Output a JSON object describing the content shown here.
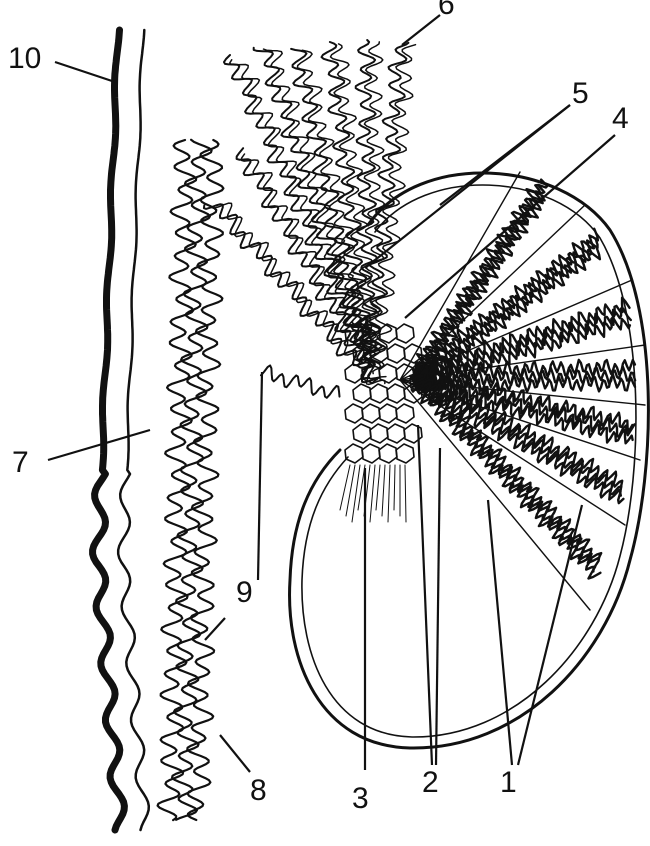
{
  "labels": {
    "n1": "1",
    "n2": "2",
    "n3": "3",
    "n4": "4",
    "n5": "5",
    "n6": "6",
    "n7": "7",
    "n8": "8",
    "n9": "9",
    "n10": "10"
  },
  "colors": {
    "ink": "#111111",
    "paper": "#ffffff"
  }
}
